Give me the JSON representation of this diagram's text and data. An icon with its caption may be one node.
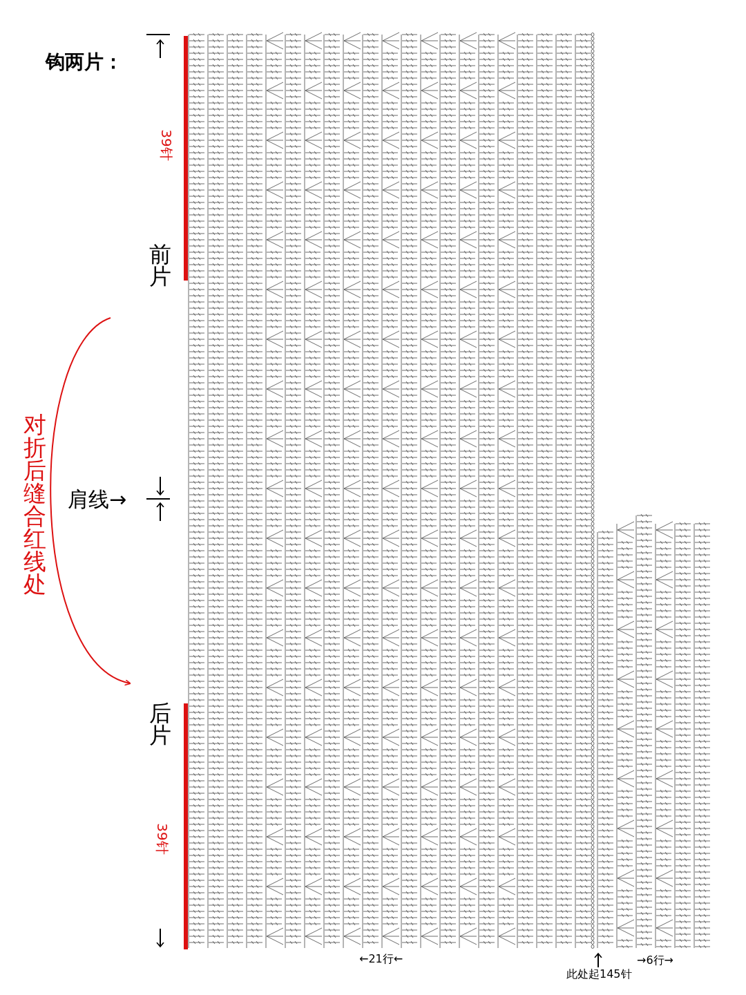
{
  "diagram": {
    "title": "钩两片：",
    "labels": [
      "39针",
      "前片",
      "对折后缝合红线处",
      "肩线→",
      "后片",
      "39针",
      "←21行←",
      "→6行→",
      "此处起145针"
    ]
  }
}
